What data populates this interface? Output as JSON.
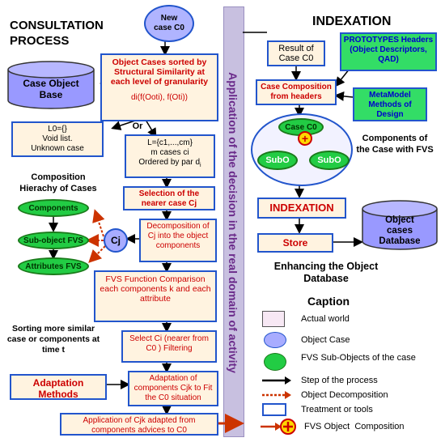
{
  "titles": {
    "consultation": "CONSULTATION PROCESS",
    "indexation": "INDEXATION",
    "composition_hierarchy": "Composition Hierachy of Cases",
    "sorting": "Sorting more similar case or components at time t",
    "enhancing": "Enhancing the Object Database",
    "components_case": "Components of the Case with FVS"
  },
  "vertical_banner": "Application of the decision in the real domain of activity",
  "left": {
    "new_case": "New case C0",
    "case_object_base": "Case Object Base",
    "sorted_cases": "Object Cases sorted by Structural Similarity at each level of granularity",
    "sorted_formula": "di(f(Ooti), f(Oti))",
    "or_label": "Or",
    "void": {
      "l0": "L0={}",
      "void_list": "Void list.",
      "unknown": "Unknown case"
    },
    "mcases": {
      "l": "L={c1,...,cm}",
      "m": "m cases ci",
      "ordered": "Ordered by par d"
    },
    "nearer_case": "Selection of the nearer case Cj",
    "decomposition": "Decomposition of Cj into the object components",
    "hier_components": "Components",
    "hier_subobject": "Sub-object FVS",
    "hier_attributes": "Attributes FVS",
    "cj_label": "Cj",
    "fvs_comparison": "FVS Function Comparison each components k and each attribute",
    "select_ci": "Select Ci (nearer from C0 ) Filtering",
    "adaptation_methods": "Adaptation Methods",
    "adaptation_components": "Adaptation of components Cjk to Fit the C0 situation",
    "application": "Application of Cjk adapted from components advices to C0"
  },
  "right": {
    "result": "Result of Case C0",
    "prototypes": "PROTOTYPES Headers (Object Descriptors, QAD)",
    "case_composition": "Case Composition from headers",
    "metamodel": "MetaModel Methods of Design",
    "case_c0": "Case C0",
    "subo": "SubO",
    "indexation_box": "INDEXATION",
    "object_cases_db": "Object cases Database",
    "store": "Store"
  },
  "legend": {
    "caption": "Caption",
    "items": [
      "Actual world",
      "Object Case",
      "FVS Sub-Objects of the case",
      "Step of the process",
      "Object Decomposition",
      "Treatment or tools",
      "FVS Object  Composition"
    ]
  },
  "colors": {
    "blue_border": "#2255cc",
    "red_text": "#cc0000",
    "green": "#22cc44",
    "db_purple": "#9999ff",
    "banner": "#c8c0e0",
    "arrow_red": "#cc3300"
  }
}
